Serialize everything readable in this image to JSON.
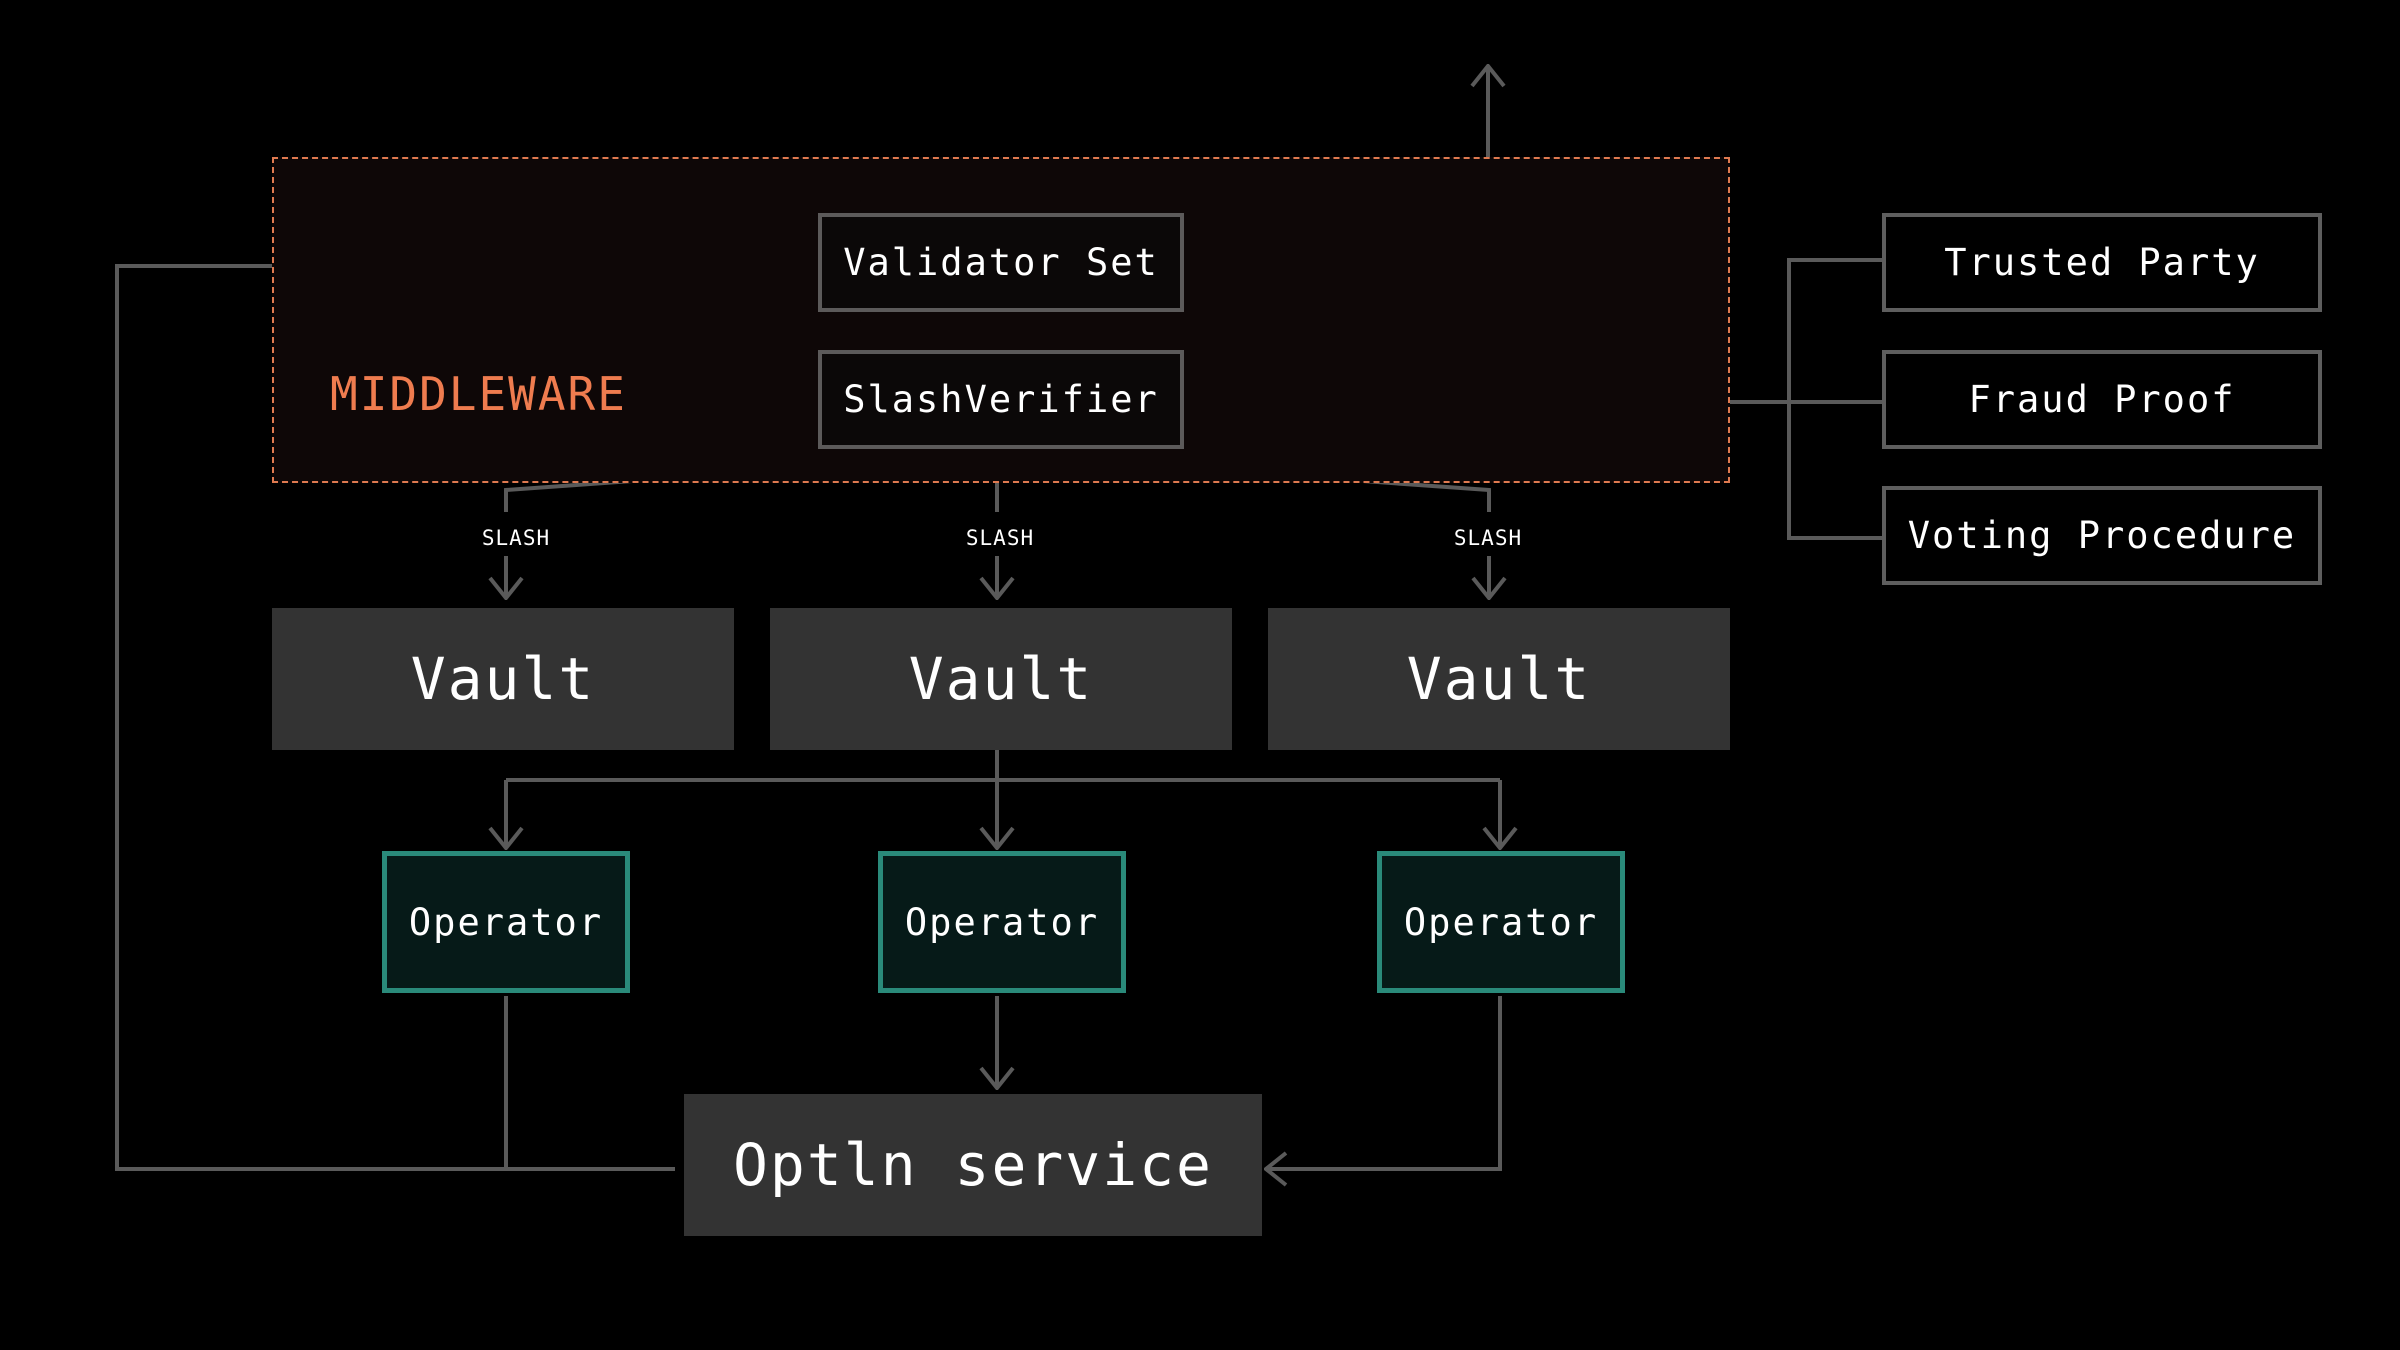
{
  "colors": {
    "background": "#000000",
    "line": "#5a5a5a",
    "middleware_accent": "#ef7c4f",
    "operator_border": "#2a8a7a",
    "block_fill": "#333333"
  },
  "middleware": {
    "label": "MIDDLEWARE",
    "validator_set": "Validator Set",
    "slash_verifier": "SlashVerifier"
  },
  "slash_labels": [
    "SLASH",
    "SLASH",
    "SLASH"
  ],
  "vaults": [
    "Vault",
    "Vault",
    "Vault"
  ],
  "operators": [
    "Operator",
    "Operator",
    "Operator"
  ],
  "service": "Optln service",
  "slashing_sources": [
    "Trusted Party",
    "Fraud Proof",
    "Voting Procedure"
  ]
}
